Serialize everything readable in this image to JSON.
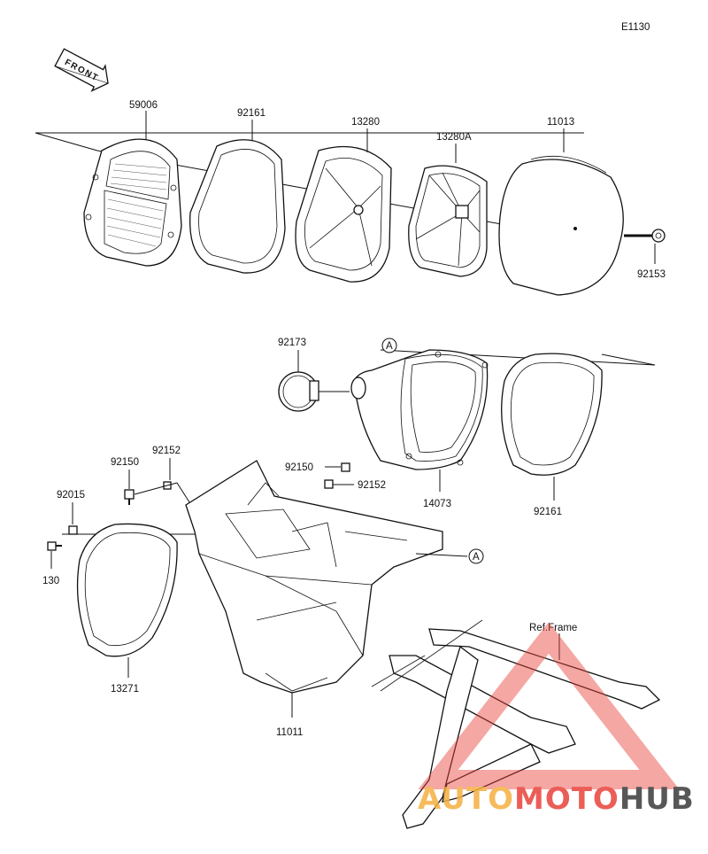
{
  "diagram": {
    "code": "E1130",
    "front_label": "FRONT",
    "ref_frame_label": "Ref.Frame",
    "callout_marker": "A",
    "parts": {
      "p59006": "59006",
      "p92161_top": "92161",
      "p13280": "13280",
      "p13280a": "13280A",
      "p11013": "11013",
      "p92153": "92153",
      "p92173": "92173",
      "p14073": "14073",
      "p92161_mid": "92161",
      "p92152_left": "92152",
      "p92150_left": "92150",
      "p92150_mid": "92150",
      "p92152_mid": "92152",
      "p92015": "92015",
      "p130": "130",
      "p13271": "13271",
      "p11011": "11011"
    }
  },
  "watermark": {
    "part1": "AUTO",
    "part2": "MOTO",
    "part3": "HUB",
    "color_accent": "#e8423a",
    "color_auto": "#f5b041",
    "color_hub": "#3a3a3a"
  }
}
